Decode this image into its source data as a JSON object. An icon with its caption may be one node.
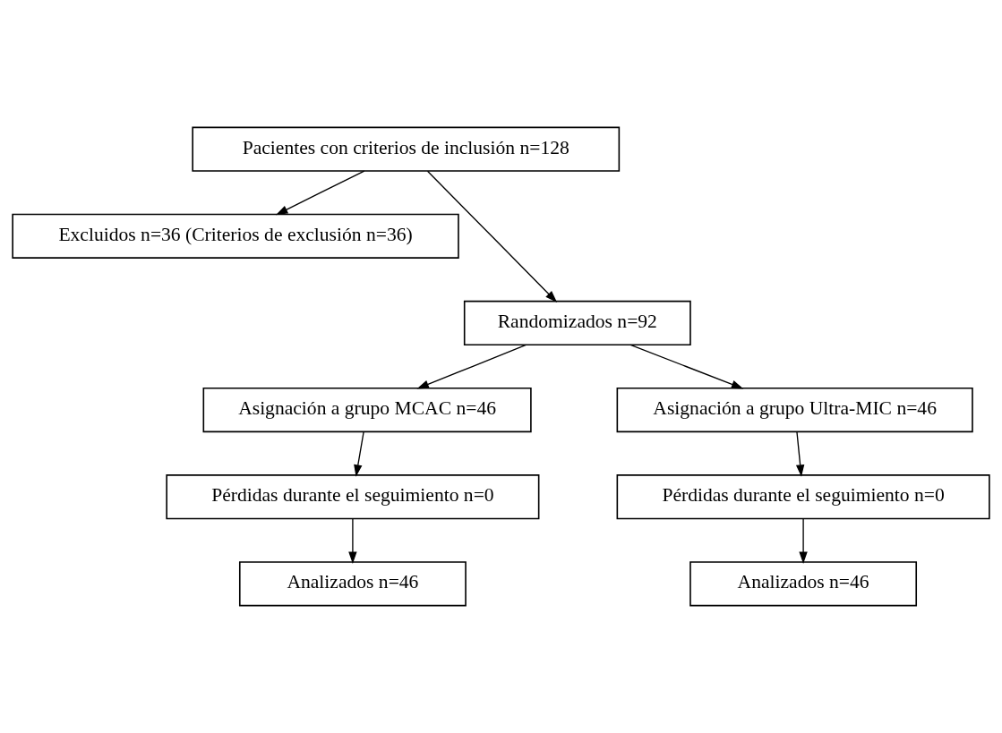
{
  "diagram": {
    "nodes": [
      {
        "text": [
          "Pacientes con criterios de inclusión n=128"
        ]
      },
      {
        "text": [
          "Excluidos n=36 (Criterios de exclusión n=36)"
        ]
      },
      {
        "text": [
          "Randomizados n=92"
        ]
      },
      {
        "text": [
          "Asignación a grupo MCAC n=46"
        ]
      },
      {
        "text": [
          "Asignación a grupo Ultra-MIC n=46"
        ]
      },
      {
        "text": [
          "Pérdidas durante el seguimiento n=0"
        ]
      },
      {
        "text": [
          "Pérdidas durante el seguimiento n=0"
        ]
      },
      {
        "text": [
          "Analizados n=46"
        ]
      },
      {
        "text": [
          "Analizados n=46"
        ]
      }
    ],
    "edges": [
      {
        "from": 0,
        "to": 2,
        "arrow": "to"
      },
      {
        "from": 0,
        "to": 1,
        "arrow": "to"
      },
      {
        "from": 2,
        "to": 3,
        "arrow": "to"
      },
      {
        "from": 2,
        "to": 4,
        "arrow": "to"
      },
      {
        "from": 3,
        "to": 5,
        "arrow": "to"
      },
      {
        "from": 4,
        "to": 6,
        "arrow": "to"
      },
      {
        "from": 5,
        "to": 7,
        "arrow": "to"
      },
      {
        "from": 6,
        "to": 8,
        "arrow": "to"
      }
    ]
  }
}
